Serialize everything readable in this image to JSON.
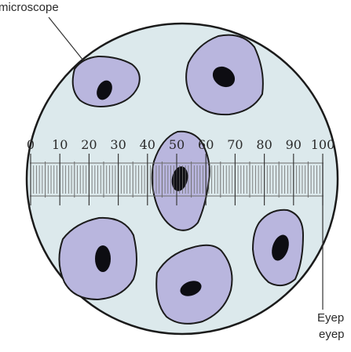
{
  "callouts": {
    "top_label": "microscope",
    "bottom_right_line1": "Eyep",
    "bottom_right_line2": "eyep"
  },
  "scale": {
    "labels": [
      "0",
      "10",
      "20",
      "30",
      "40",
      "50",
      "60",
      "70",
      "80",
      "90",
      "100"
    ]
  },
  "colors": {
    "field": "#dce9ec",
    "cell": "#b9b6de",
    "nucleus": "#0d0d12",
    "outline": "#1b1b1b"
  }
}
